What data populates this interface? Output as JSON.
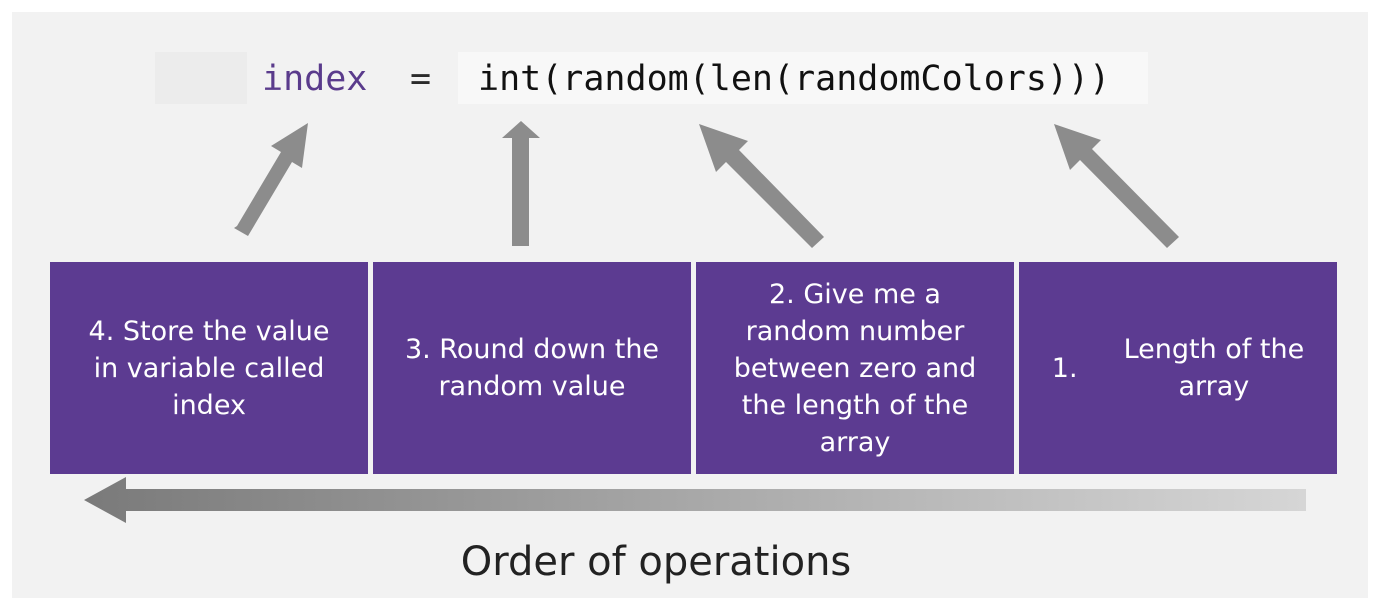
{
  "code": {
    "variable": "index",
    "equals": "=",
    "expression": "int(random(len(randomColors)))"
  },
  "steps": [
    {
      "text": "4. Store the value\nin variable called\nindex"
    },
    {
      "text": "3. Round down the\nrandom value"
    },
    {
      "text": "2. Give me a\nrandom number\nbetween zero and\nthe length of the\narray"
    },
    {
      "number": "1.",
      "text": "Length of the\narray"
    }
  ],
  "caption": "Order of operations",
  "colors": {
    "box": "#5c3b91",
    "variable": "#5a3b8c",
    "arrow": "#8c8c8c"
  },
  "icons": {
    "pointer_arrows": "arrow-up-icon",
    "flow_arrow": "arrow-left-icon"
  }
}
